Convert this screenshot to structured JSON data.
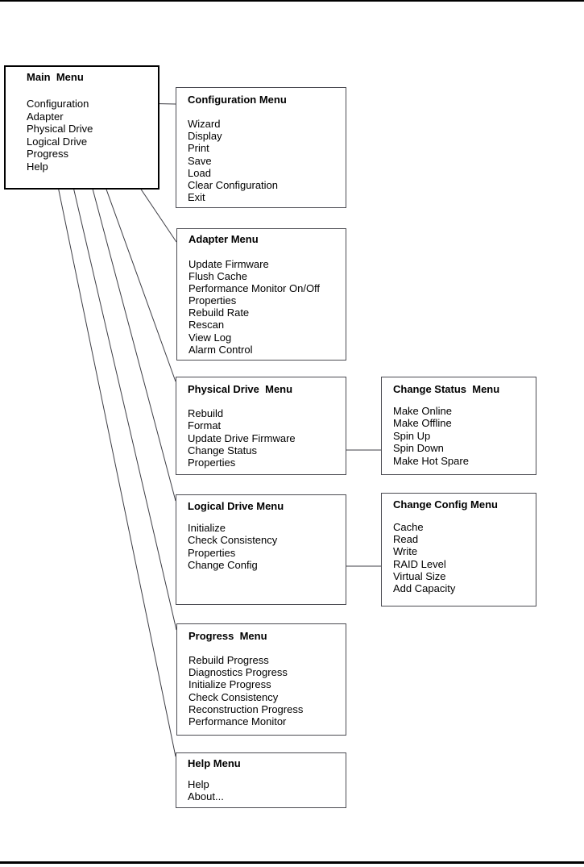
{
  "diagram": {
    "menus": [
      {
        "id": "main",
        "title": "Main  Menu",
        "items": [
          "Configuration",
          "Adapter",
          "Physical Drive",
          "Logical Drive",
          "Progress",
          "Help"
        ]
      },
      {
        "id": "configuration",
        "title": "Configuration Menu",
        "items": [
          "Wizard",
          "Display",
          "Print",
          "Save",
          "Load",
          "Clear Configuration",
          "Exit"
        ]
      },
      {
        "id": "adapter",
        "title": "Adapter Menu",
        "items": [
          "Update Firmware",
          "Flush Cache",
          "Performance Monitor On/Off",
          "Properties",
          "Rebuild Rate",
          "Rescan",
          "View Log",
          "Alarm Control"
        ]
      },
      {
        "id": "physical-drive",
        "title": "Physical Drive  Menu",
        "items": [
          "Rebuild",
          "Format",
          "Update Drive Firmware",
          "Change Status",
          "Properties"
        ]
      },
      {
        "id": "change-status",
        "title": "Change Status  Menu",
        "items": [
          "Make Online",
          "Make Offline",
          "Spin Up",
          "Spin Down",
          "Make Hot Spare"
        ]
      },
      {
        "id": "logical-drive",
        "title": "Logical Drive Menu",
        "items": [
          "Initialize",
          "Check Consistency",
          "Properties",
          "Change Config"
        ]
      },
      {
        "id": "change-config",
        "title": "Change Config Menu",
        "items": [
          "Cache",
          "Read",
          "Write",
          "RAID Level",
          "Virtual Size",
          "Add Capacity"
        ]
      },
      {
        "id": "progress",
        "title": "Progress  Menu",
        "items": [
          "Rebuild Progress",
          "Diagnostics Progress",
          "Initialize Progress",
          "Check Consistency",
          "Reconstruction Progress",
          "Performance Monitor"
        ]
      },
      {
        "id": "help",
        "title": "Help Menu",
        "items": [
          "Help",
          "About..."
        ]
      }
    ],
    "connections": [
      {
        "from_menu": "Main  Menu",
        "from_item": "Configuration",
        "to_menu": "Configuration Menu"
      },
      {
        "from_menu": "Main  Menu",
        "from_item": "Adapter",
        "to_menu": "Adapter Menu"
      },
      {
        "from_menu": "Main  Menu",
        "from_item": "Physical Drive",
        "to_menu": "Physical Drive  Menu"
      },
      {
        "from_menu": "Main  Menu",
        "from_item": "Logical Drive",
        "to_menu": "Logical Drive Menu"
      },
      {
        "from_menu": "Main  Menu",
        "from_item": "Progress",
        "to_menu": "Progress  Menu"
      },
      {
        "from_menu": "Main  Menu",
        "from_item": "Help",
        "to_menu": "Help Menu"
      },
      {
        "from_menu": "Physical Drive  Menu",
        "from_item": "Change Status",
        "to_menu": "Change Status  Menu"
      },
      {
        "from_menu": "Logical Drive Menu",
        "from_item": "Change Config",
        "to_menu": "Change Config Menu"
      }
    ],
    "colors": {
      "background": "#ffffff",
      "text": "#000000",
      "main_box_border": "#000000",
      "sub_box_border": "#4b4b52",
      "connector": "#3d3d44",
      "page_rule": "#000000"
    }
  }
}
